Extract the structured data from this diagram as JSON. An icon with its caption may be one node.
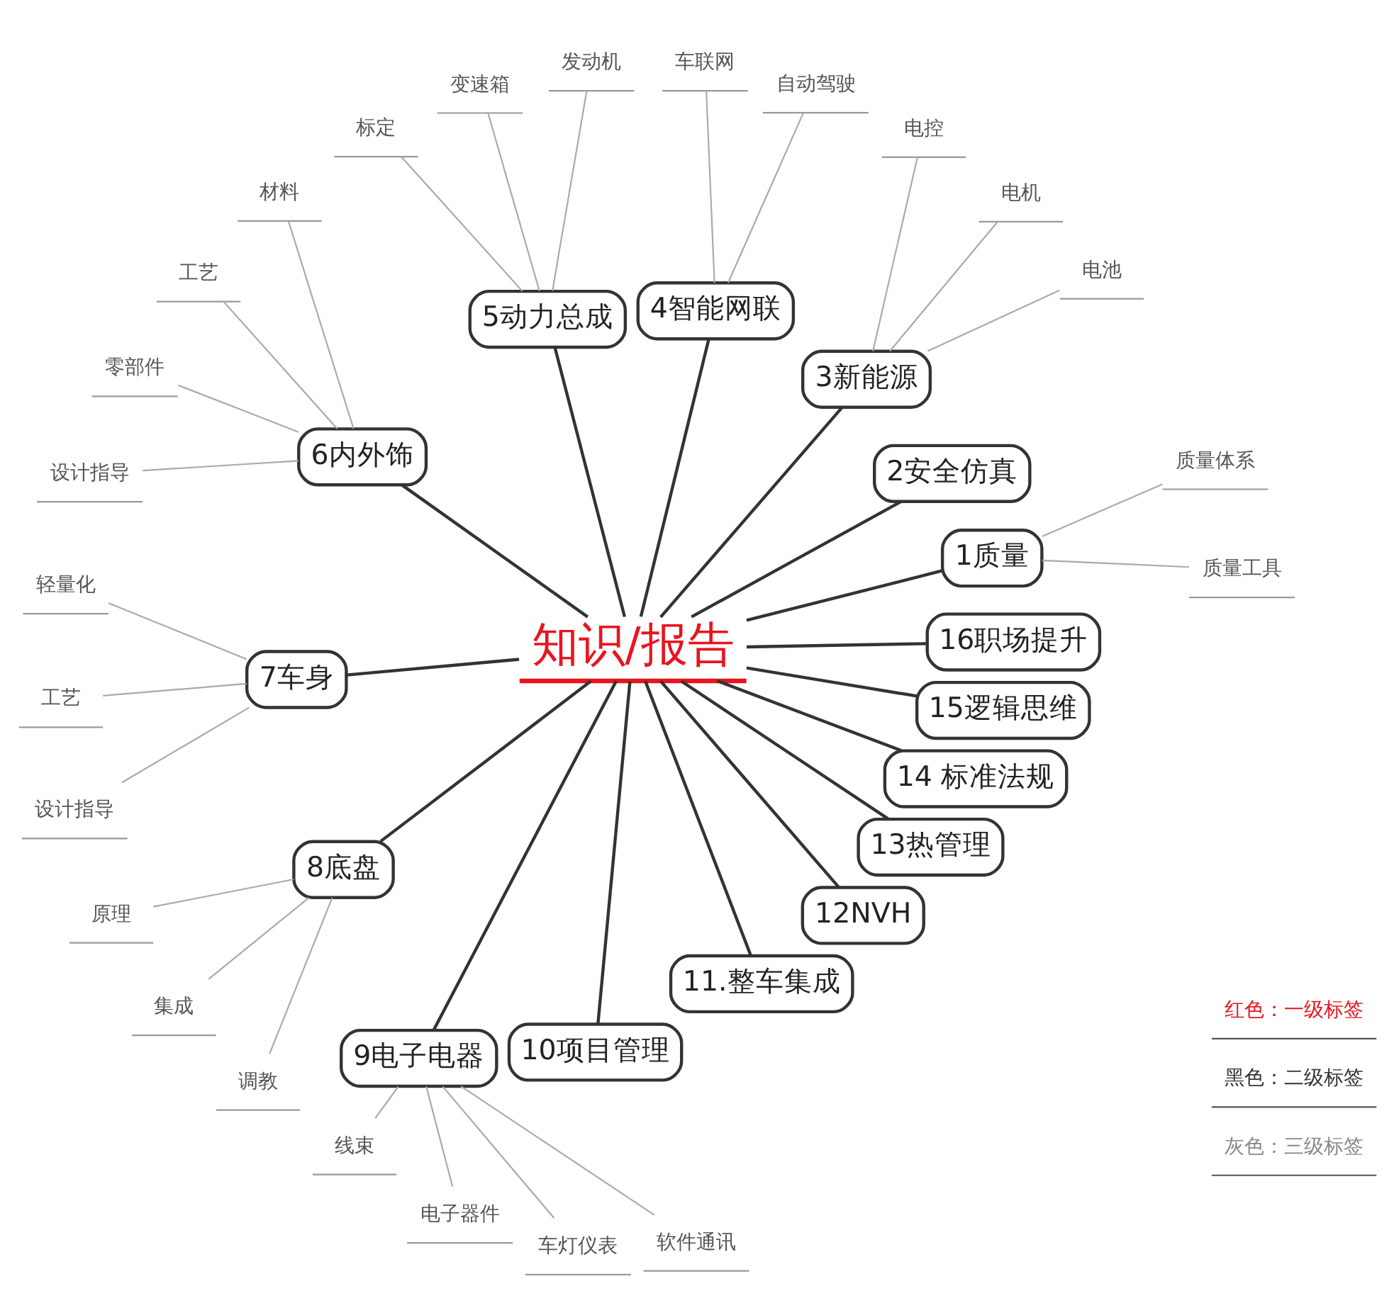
{
  "diagram": {
    "nodes": [
      {
        "text": [
          "知识/报告"
        ]
      },
      {
        "text": [
          "1质量"
        ]
      },
      {
        "text": [
          "质量工具"
        ]
      },
      {
        "text": [
          "质量体系"
        ]
      },
      {
        "text": [
          "2安全仿真"
        ]
      },
      {
        "text": [
          "3新能源"
        ]
      },
      {
        "text": [
          "电池"
        ]
      },
      {
        "text": [
          "电机"
        ]
      },
      {
        "text": [
          "电控"
        ]
      },
      {
        "text": [
          "4智能网联"
        ]
      },
      {
        "text": [
          "自动驾驶"
        ]
      },
      {
        "text": [
          "车联网"
        ]
      },
      {
        "text": [
          "5动力总成"
        ]
      },
      {
        "text": [
          "发动机"
        ]
      },
      {
        "text": [
          "变速箱"
        ]
      },
      {
        "text": [
          "标定"
        ]
      },
      {
        "text": [
          "6内外饰"
        ]
      },
      {
        "text": [
          "材料"
        ]
      },
      {
        "text": [
          "工艺"
        ]
      },
      {
        "text": [
          "零部件"
        ]
      },
      {
        "text": [
          "设计指导"
        ]
      },
      {
        "text": [
          "7车身"
        ]
      },
      {
        "text": [
          "轻量化"
        ]
      },
      {
        "text": [
          "工艺"
        ]
      },
      {
        "text": [
          "设计指导"
        ]
      },
      {
        "text": [
          "8底盘"
        ]
      },
      {
        "text": [
          "原理"
        ]
      },
      {
        "text": [
          "集成"
        ]
      },
      {
        "text": [
          "调教"
        ]
      },
      {
        "text": [
          "9电子电器"
        ]
      },
      {
        "text": [
          "线束"
        ]
      },
      {
        "text": [
          "电子器件"
        ]
      },
      {
        "text": [
          "车灯仪表"
        ]
      },
      {
        "text": [
          "软件通讯"
        ]
      },
      {
        "text": [
          "10项目管理"
        ]
      },
      {
        "text": [
          "11.整车集成"
        ]
      },
      {
        "text": [
          "12NVH"
        ]
      },
      {
        "text": [
          "13热管理"
        ]
      },
      {
        "text": [
          "14 标准法规"
        ]
      },
      {
        "text": [
          "15逻辑思维"
        ]
      },
      {
        "text": [
          "16职场提升"
        ]
      }
    ],
    "edges": [
      {
        "from": 0,
        "to": 1,
        "arrow": "none",
        "color": "#333333"
      },
      {
        "from": 1,
        "to": 2,
        "arrow": "none"
      },
      {
        "from": 1,
        "to": 3,
        "arrow": "none"
      },
      {
        "from": 0,
        "to": 4,
        "arrow": "none",
        "color": "#333333"
      },
      {
        "from": 0,
        "to": 5,
        "arrow": "none",
        "color": "#333333"
      },
      {
        "from": 5,
        "to": 6,
        "arrow": "none"
      },
      {
        "from": 5,
        "to": 7,
        "arrow": "none"
      },
      {
        "from": 5,
        "to": 8,
        "arrow": "none"
      },
      {
        "from": 0,
        "to": 9,
        "arrow": "none",
        "color": "#333333"
      },
      {
        "from": 9,
        "to": 10,
        "arrow": "none"
      },
      {
        "from": 9,
        "to": 11,
        "arrow": "none"
      },
      {
        "from": 0,
        "to": 12,
        "arrow": "none",
        "color": "#333333"
      },
      {
        "from": 12,
        "to": 13,
        "arrow": "none"
      },
      {
        "from": 12,
        "to": 14,
        "arrow": "none"
      },
      {
        "from": 12,
        "to": 15,
        "arrow": "none"
      },
      {
        "from": 0,
        "to": 16,
        "arrow": "none",
        "color": "#333333"
      },
      {
        "from": 16,
        "to": 17,
        "arrow": "none"
      },
      {
        "from": 16,
        "to": 18,
        "arrow": "none"
      },
      {
        "from": 16,
        "to": 19,
        "arrow": "none"
      },
      {
        "from": 16,
        "to": 20,
        "arrow": "none"
      },
      {
        "from": 0,
        "to": 21,
        "arrow": "none",
        "color": "#333333"
      },
      {
        "from": 21,
        "to": 22,
        "arrow": "none"
      },
      {
        "from": 21,
        "to": 23,
        "arrow": "none"
      },
      {
        "from": 21,
        "to": 24,
        "arrow": "none"
      },
      {
        "from": 0,
        "to": 25,
        "arrow": "none",
        "color": "#333333"
      },
      {
        "from": 25,
        "to": 26,
        "arrow": "none"
      },
      {
        "from": 25,
        "to": 27,
        "arrow": "none"
      },
      {
        "from": 25,
        "to": 28,
        "arrow": "none"
      },
      {
        "from": 0,
        "to": 29,
        "arrow": "none",
        "color": "#333333"
      },
      {
        "from": 29,
        "to": 30,
        "arrow": "none"
      },
      {
        "from": 29,
        "to": 31,
        "arrow": "none"
      },
      {
        "from": 29,
        "to": 32,
        "arrow": "none"
      },
      {
        "from": 29,
        "to": 33,
        "arrow": "none"
      },
      {
        "from": 0,
        "to": 34,
        "arrow": "none",
        "color": "#333333"
      },
      {
        "from": 0,
        "to": 35,
        "arrow": "none",
        "color": "#333333"
      },
      {
        "from": 0,
        "to": 36,
        "arrow": "none",
        "color": "#333333"
      },
      {
        "from": 0,
        "to": 37,
        "arrow": "none",
        "color": "#333333"
      },
      {
        "from": 0,
        "to": 38,
        "arrow": "none",
        "color": "#333333"
      },
      {
        "from": 0,
        "to": 39,
        "arrow": "none",
        "color": "#333333"
      },
      {
        "from": 0,
        "to": 40,
        "arrow": "none",
        "color": "#333333"
      }
    ],
    "legend": [
      {
        "text": "红色：一级标签"
      },
      {
        "text": "黑色：二级标签"
      },
      {
        "text": "灰色：三级标签"
      }
    ]
  }
}
